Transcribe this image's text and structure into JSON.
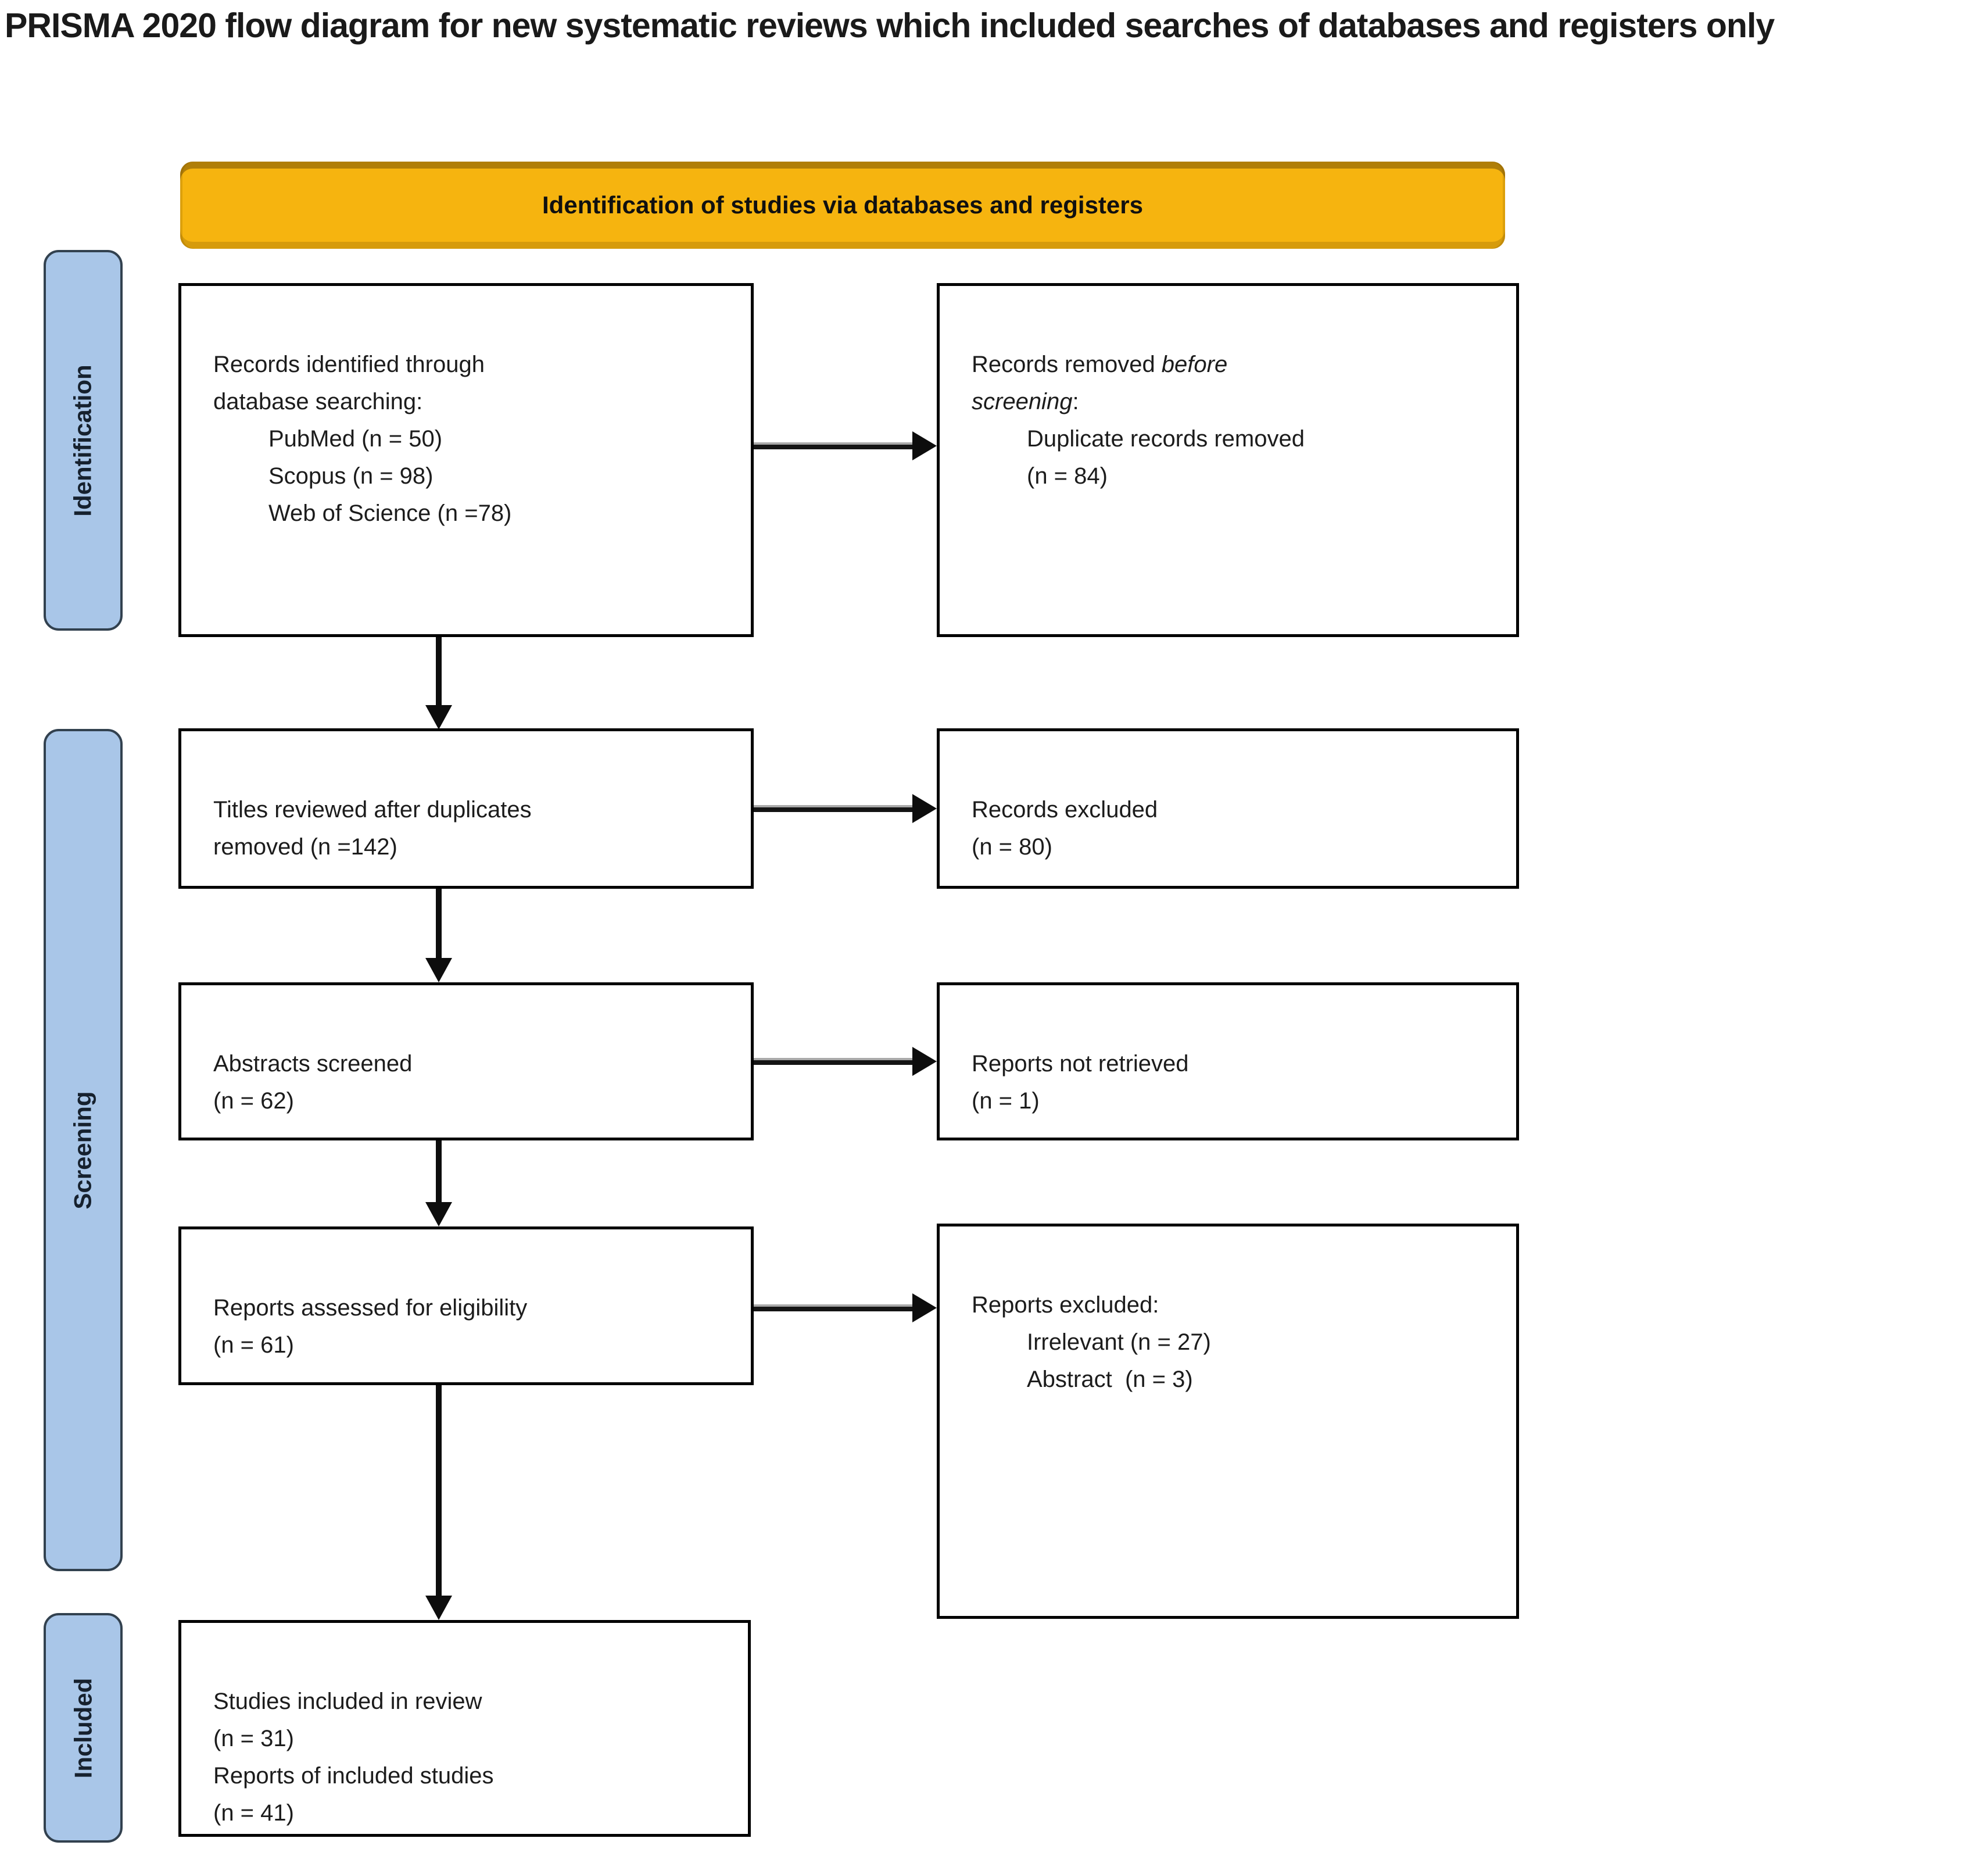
{
  "title": "PRISMA 2020 flow diagram for new systematic reviews which included searches of databases and registers only",
  "header": {
    "label": "Identification of studies via databases and registers"
  },
  "colors": {
    "header_bg": "#F6B40F",
    "stage_bg": "#A9C6E8",
    "stage_border": "#32414f",
    "box_border": "#000000",
    "arrow": "#0d0d0d"
  },
  "stages": {
    "identification": "Identification",
    "screening": "Screening",
    "included": "Included"
  },
  "boxes": {
    "records_identified": {
      "line1": "Records identified through",
      "line2": "database searching:",
      "item1": "PubMed (n = 50)",
      "item2": "Scopus (n = 98)",
      "item3": "Web of Science (n =78)"
    },
    "records_removed": {
      "l1_normal": "Records removed ",
      "l1_italic": "before",
      "l2_italic": "screening",
      "l2_normal": ":",
      "item1": "Duplicate records removed",
      "item2": "(n = 84)"
    },
    "titles_reviewed": {
      "line1": "Titles reviewed after duplicates",
      "line2": "removed (n =142)"
    },
    "records_excluded": {
      "line1": "Records excluded",
      "line2": "(n = 80)"
    },
    "abstracts_screened": {
      "line1": "Abstracts screened",
      "line2": "(n = 62)"
    },
    "reports_not_retrieved": {
      "line1": "Reports not retrieved",
      "line2": "(n = 1)"
    },
    "reports_assessed": {
      "line1": "Reports assessed for eligibility",
      "line2": "(n = 61)"
    },
    "reports_excluded": {
      "line1": "Reports excluded:",
      "item1": "Irrelevant (n = 27)",
      "item2": "Abstract  (n = 3)"
    },
    "studies_included": {
      "line1": "Studies included in review",
      "line2": "(n = 31)",
      "line3": "Reports of included studies",
      "line4": "(n = 41)"
    }
  }
}
